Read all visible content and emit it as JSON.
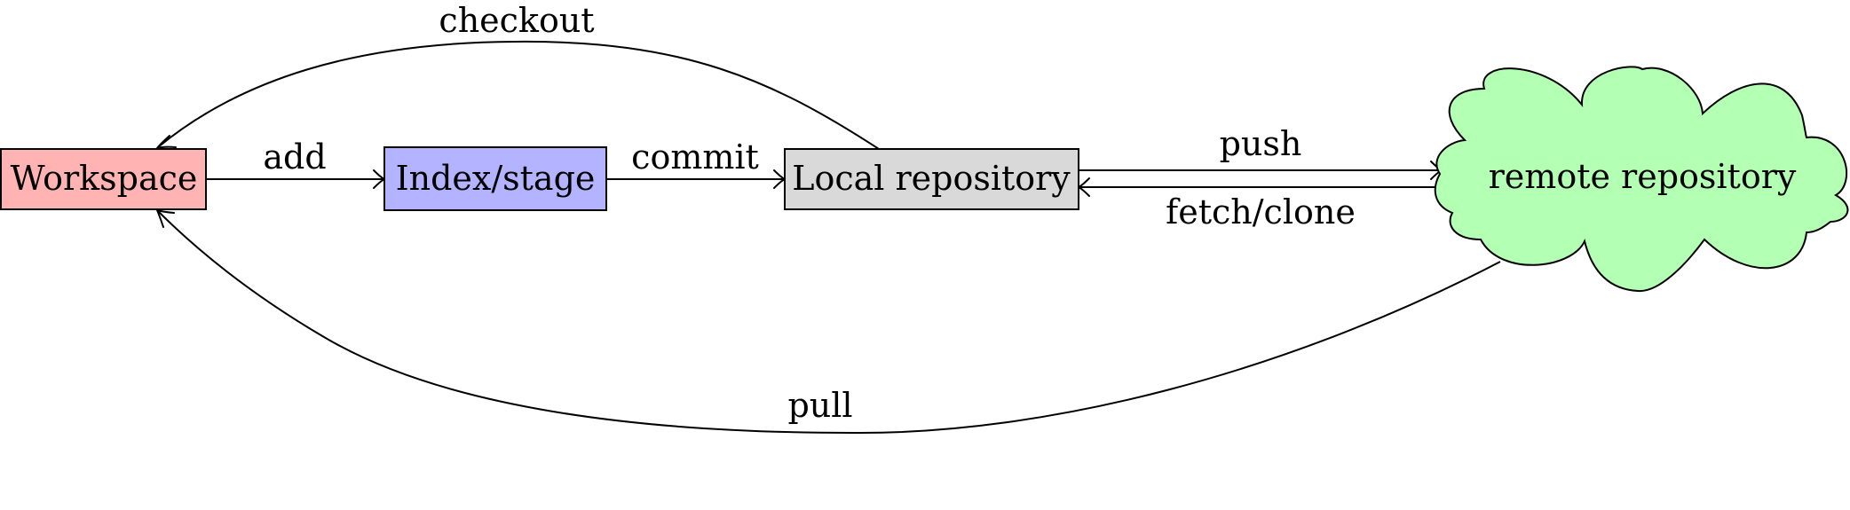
{
  "nodes": {
    "workspace": {
      "label": "Workspace",
      "color": "#ffb3b3"
    },
    "index": {
      "label": "Index/stage",
      "color": "#b3b3ff"
    },
    "local": {
      "label": "Local repository",
      "color": "#d9d9d9"
    },
    "remote": {
      "label": "remote repository",
      "color": "#b3ffb3"
    }
  },
  "edges": {
    "checkout": "checkout",
    "add": "add",
    "commit": "commit",
    "push": "push",
    "fetch_clone": "fetch/clone",
    "pull": "pull"
  }
}
